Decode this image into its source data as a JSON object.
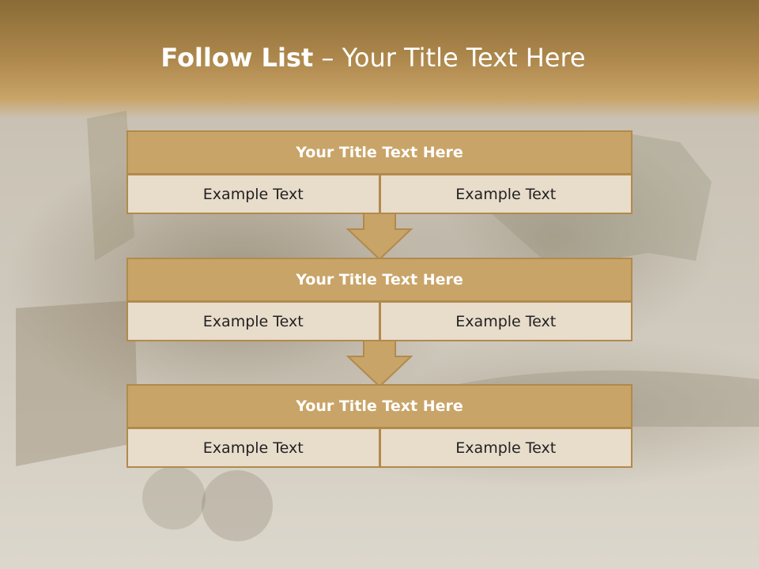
{
  "slide": {
    "title_bold": "Follow List",
    "title_rest": " – Your Title Text Here"
  },
  "blocks": [
    {
      "header": "Your Title Text Here",
      "left": "Example Text",
      "right": "Example Text"
    },
    {
      "header": "Your Title Text Here",
      "left": "Example Text",
      "right": "Example Text"
    },
    {
      "header": "Your Title Text Here",
      "left": "Example Text",
      "right": "Example Text"
    }
  ],
  "colors": {
    "header_fill": "#c9a468",
    "border": "#b18a4c",
    "cell_fill": "#e8dccb",
    "arrow_fill": "#c9a468"
  }
}
